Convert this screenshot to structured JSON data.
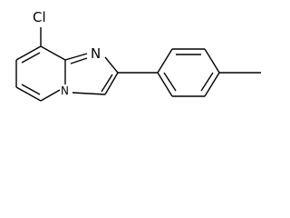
{
  "molecule": {
    "atoms": {
      "chlorine": "Cl",
      "imidazole_nitrogen": "N",
      "bridgehead_nitrogen": "N"
    }
  }
}
